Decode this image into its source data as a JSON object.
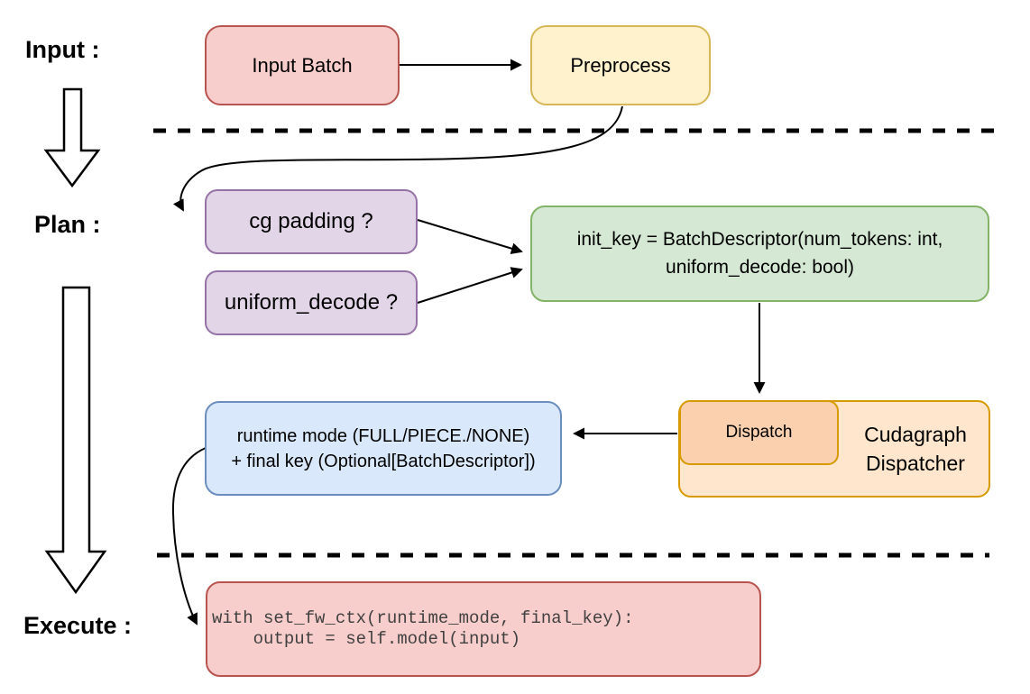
{
  "diagram": {
    "title_semantics": "cudagraph dispatch flow",
    "sections": {
      "input_label": "Input :",
      "plan_label": "Plan :",
      "execute_label": "Execute :"
    },
    "nodes": {
      "input_batch": {
        "label": "Input Batch"
      },
      "preprocess": {
        "label": "Preprocess"
      },
      "cg_padding": {
        "label": "cg padding ?"
      },
      "uniform_decode": {
        "label": "uniform_decode ?"
      },
      "init_key": {
        "line1": "init_key = BatchDescriptor(num_tokens: int,",
        "line2": "uniform_decode: bool)"
      },
      "dispatch": {
        "label": "Dispatch"
      },
      "cudagraph_dispatcher": {
        "line1": "Cudagraph",
        "line2": "Dispatcher"
      },
      "runtime_result": {
        "line1": "runtime mode (FULL/PIECE./NONE)",
        "line2": "+ final key (Optional[BatchDescriptor])"
      },
      "execute_code": {
        "line1": "with set_fw_ctx(runtime_mode, final_key):",
        "line2": "    output = self.model(input)"
      }
    },
    "colors": {
      "red_fill": "#f8cecc",
      "red_stroke": "#b85450",
      "yellow_fill": "#fff2cc",
      "yellow_stroke": "#d6b656",
      "purple_fill": "#e1d5e7",
      "purple_stroke": "#9673a6",
      "green_fill": "#d5e8d4",
      "green_stroke": "#82b366",
      "orange_container_fill": "#ffe6cc",
      "orange_stroke": "#d79b00",
      "dispatch_fill": "#fbd0ae",
      "blue_fill": "#dae8fc",
      "blue_stroke": "#6c8ebf",
      "connector": "#000000",
      "code_text": "#404040"
    }
  }
}
